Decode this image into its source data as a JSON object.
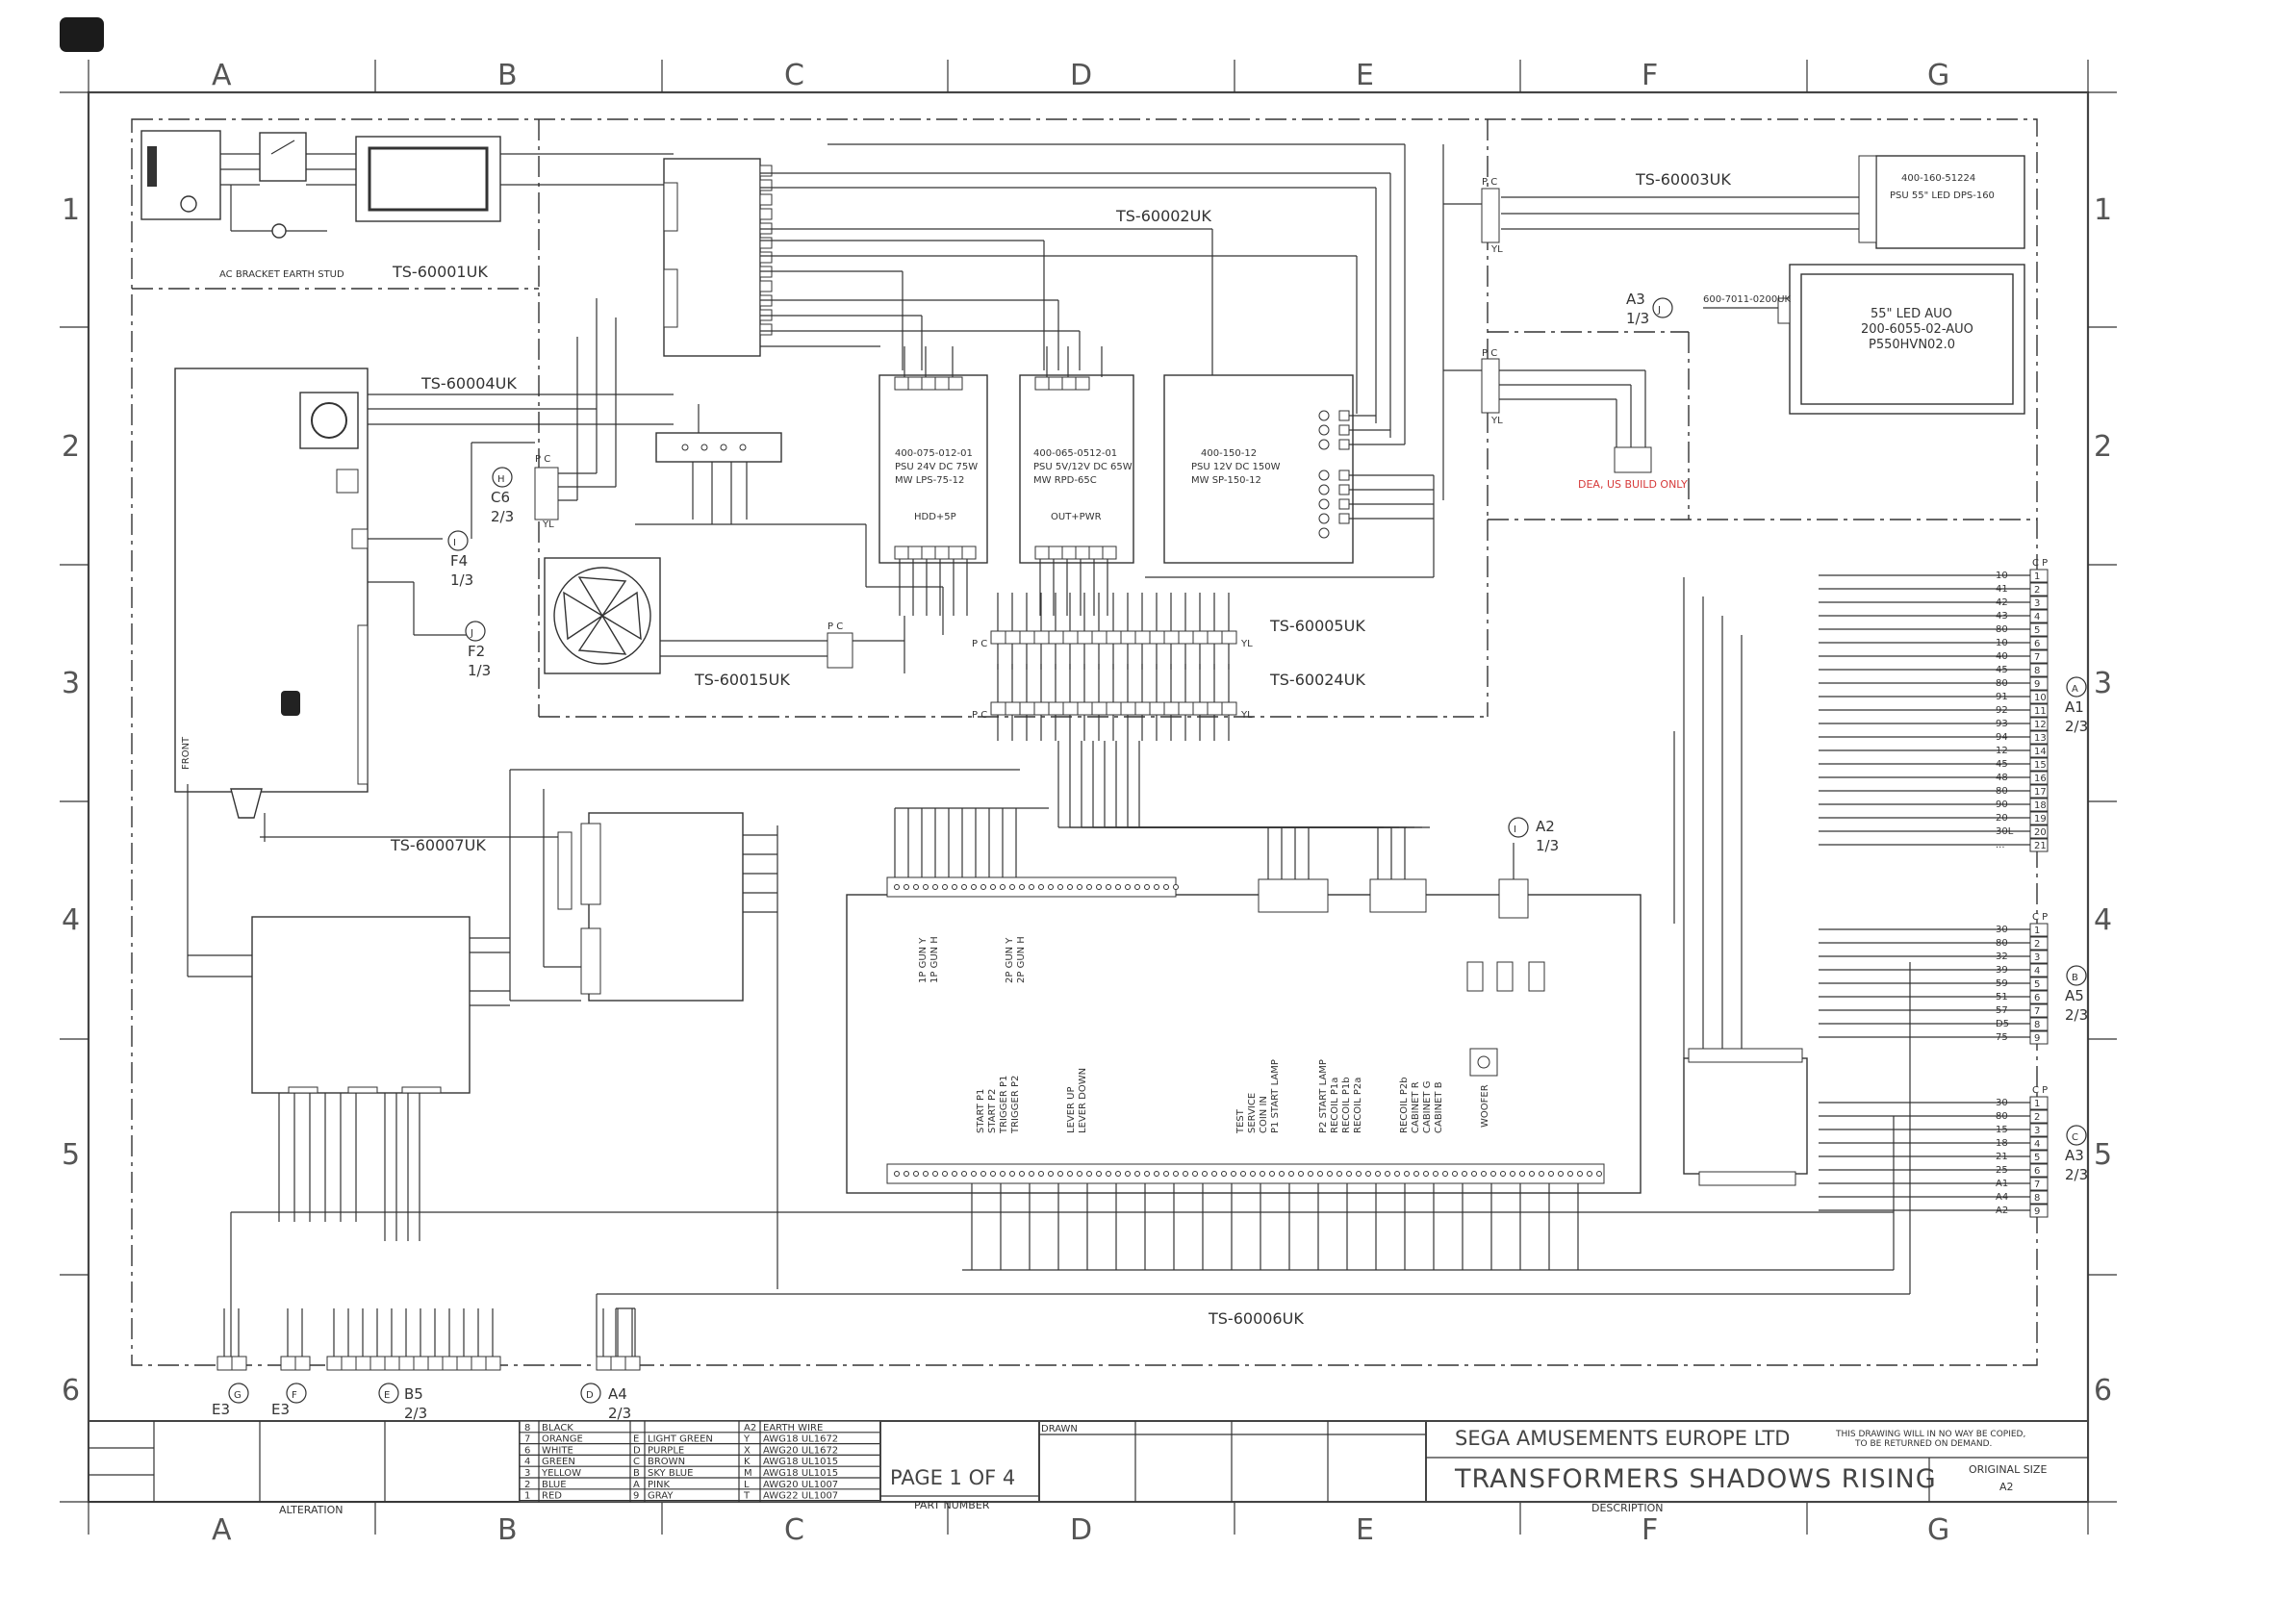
{
  "grid": {
    "columns": [
      "A",
      "B",
      "C",
      "D",
      "E",
      "F",
      "G"
    ],
    "rows": [
      "1",
      "2",
      "3",
      "4",
      "5",
      "6"
    ]
  },
  "harnesses": {
    "h1": "TS-60001UK",
    "h2": "TS-60002UK",
    "h3": "TS-60003UK",
    "h4": "TS-60004UK",
    "h5": "TS-60005UK",
    "h6": "TS-60006UK",
    "h7": "TS-60007UK",
    "h15": "TS-60015UK",
    "h24": "TS-60024UK"
  },
  "labels": {
    "ac_bracket": "AC BRACKET EARTH STUD",
    "psu1": [
      "400-075-012-01",
      "PSU 24V DC 75W",
      "MW LPS-75-12"
    ],
    "psu2": [
      "400-065-0512-01",
      "PSU 5V/12V DC 65W",
      "MW RPD-65C"
    ],
    "psu3": [
      "400-150-12",
      "PSU 12V DC 150W",
      "MW SP-150-12"
    ],
    "psu_led": [
      "400-160-51224",
      "PSU 55\" LED DPS-160"
    ],
    "led_monitor": [
      "55\" LED AUO",
      "200-6055-02-AUO",
      "P550HVN02.0"
    ],
    "led_cable": "600-7011-0200UK",
    "dea_note": "DEA, US BUILD ONLY",
    "psu1_bottom": "HDD+5P",
    "psu2_bottom": "OUT+PWR",
    "frount": "FRONT",
    "woofer": "WOOFER",
    "cn_pc": "P C",
    "cn_cp": "C P",
    "cn_yl": "YL"
  },
  "io_labels": {
    "gun": [
      "1P GUN Y",
      "1P GUN H",
      "2P GUN Y",
      "2P GUN H"
    ],
    "start": [
      "START P1",
      "START P2",
      "TRIGGER P1",
      "TRIGGER P2"
    ],
    "lever": [
      "LEVER UP",
      "LEVER DOWN"
    ],
    "service": [
      "TEST",
      "SERVICE",
      "COIN IN",
      "P1 START LAMP"
    ],
    "recoil": [
      "P2 START LAMP",
      "RECOIL P1a",
      "RECOIL P1b",
      "RECOIL P2a"
    ],
    "cabinet": [
      "RECOIL P2b",
      "CABINET R",
      "CABINET G",
      "CABINET B"
    ]
  },
  "refs": {
    "H": {
      "letter": "H",
      "name": "C6",
      "page": "2/3"
    },
    "I": {
      "letter": "I",
      "name": "F4",
      "page": "1/3"
    },
    "J": {
      "letter": "J",
      "name": "F2",
      "page": "1/3"
    },
    "A3t": {
      "letter": "J",
      "name": "A3",
      "page": "1/3"
    },
    "A1": {
      "letter": "A",
      "name": "A1",
      "page": "2/3"
    },
    "A2": {
      "letter": "I",
      "name": "A2",
      "page": "1/3"
    },
    "A5": {
      "letter": "B",
      "name": "A5",
      "page": "2/3"
    },
    "A3": {
      "letter": "C",
      "name": "A3",
      "page": "2/3"
    },
    "G": {
      "letter": "G",
      "name": "E3",
      "page": "2/3"
    },
    "F": {
      "letter": "F",
      "name": "E3",
      "page": "2/3"
    },
    "E": {
      "letter": "E",
      "name": "B5",
      "page": "2/3"
    },
    "D": {
      "letter": "D",
      "name": "A4",
      "page": "2/3"
    }
  },
  "connectors": {
    "A1": [
      "10",
      "41",
      "42",
      "43",
      "80",
      "10",
      "40",
      "45",
      "80",
      "91",
      "92",
      "93",
      "94",
      "12",
      "45",
      "48",
      "80",
      "90",
      "20",
      "30L",
      "..."
    ],
    "A5": [
      "30",
      "80",
      "32",
      "39",
      "59",
      "51",
      "57",
      "D5",
      "75"
    ],
    "A3": [
      "30",
      "80",
      "15",
      "18",
      "21",
      "25",
      "A1",
      "A4",
      "A2"
    ]
  },
  "color_legend": [
    {
      "code": "8",
      "name": "BLACK",
      "code2": "",
      "name2": "",
      "cable_code": "A2",
      "cable": "EARTH WIRE"
    },
    {
      "code": "7",
      "name": "ORANGE",
      "code2": "E",
      "name2": "LIGHT GREEN",
      "cable_code": "Y",
      "cable": "AWG18 UL1672"
    },
    {
      "code": "6",
      "name": "WHITE",
      "code2": "D",
      "name2": "PURPLE",
      "cable_code": "X",
      "cable": "AWG20 UL1672"
    },
    {
      "code": "4",
      "name": "GREEN",
      "code2": "C",
      "name2": "BROWN",
      "cable_code": "K",
      "cable": "AWG18 UL1015"
    },
    {
      "code": "3",
      "name": "YELLOW",
      "code2": "B",
      "name2": "SKY BLUE",
      "cable_code": "M",
      "cable": "AWG18 UL1015"
    },
    {
      "code": "2",
      "name": "BLUE",
      "code2": "A",
      "name2": "PINK",
      "cable_code": "L",
      "cable": "AWG20 UL1007"
    },
    {
      "code": "1",
      "name": "RED",
      "code2": "9",
      "name2": "GRAY",
      "cable_code": "T",
      "cable": "AWG22 UL1007"
    }
  ],
  "title_block": {
    "alteration": "ALTERATION",
    "drawn": "DRAWN",
    "page": "PAGE 1 OF 4",
    "part_number": "PART NUMBER",
    "company": "SEGA AMUSEMENTS EUROPE LTD",
    "notice1": "THIS DRAWING WILL IN NO WAY BE COPIED,",
    "notice2": "TO BE RETURNED ON DEMAND.",
    "title": "TRANSFORMERS SHADOWS RISING",
    "description": "DESCRIPTION",
    "original_size_label": "ORIGINAL SIZE",
    "original_size": "A2"
  }
}
